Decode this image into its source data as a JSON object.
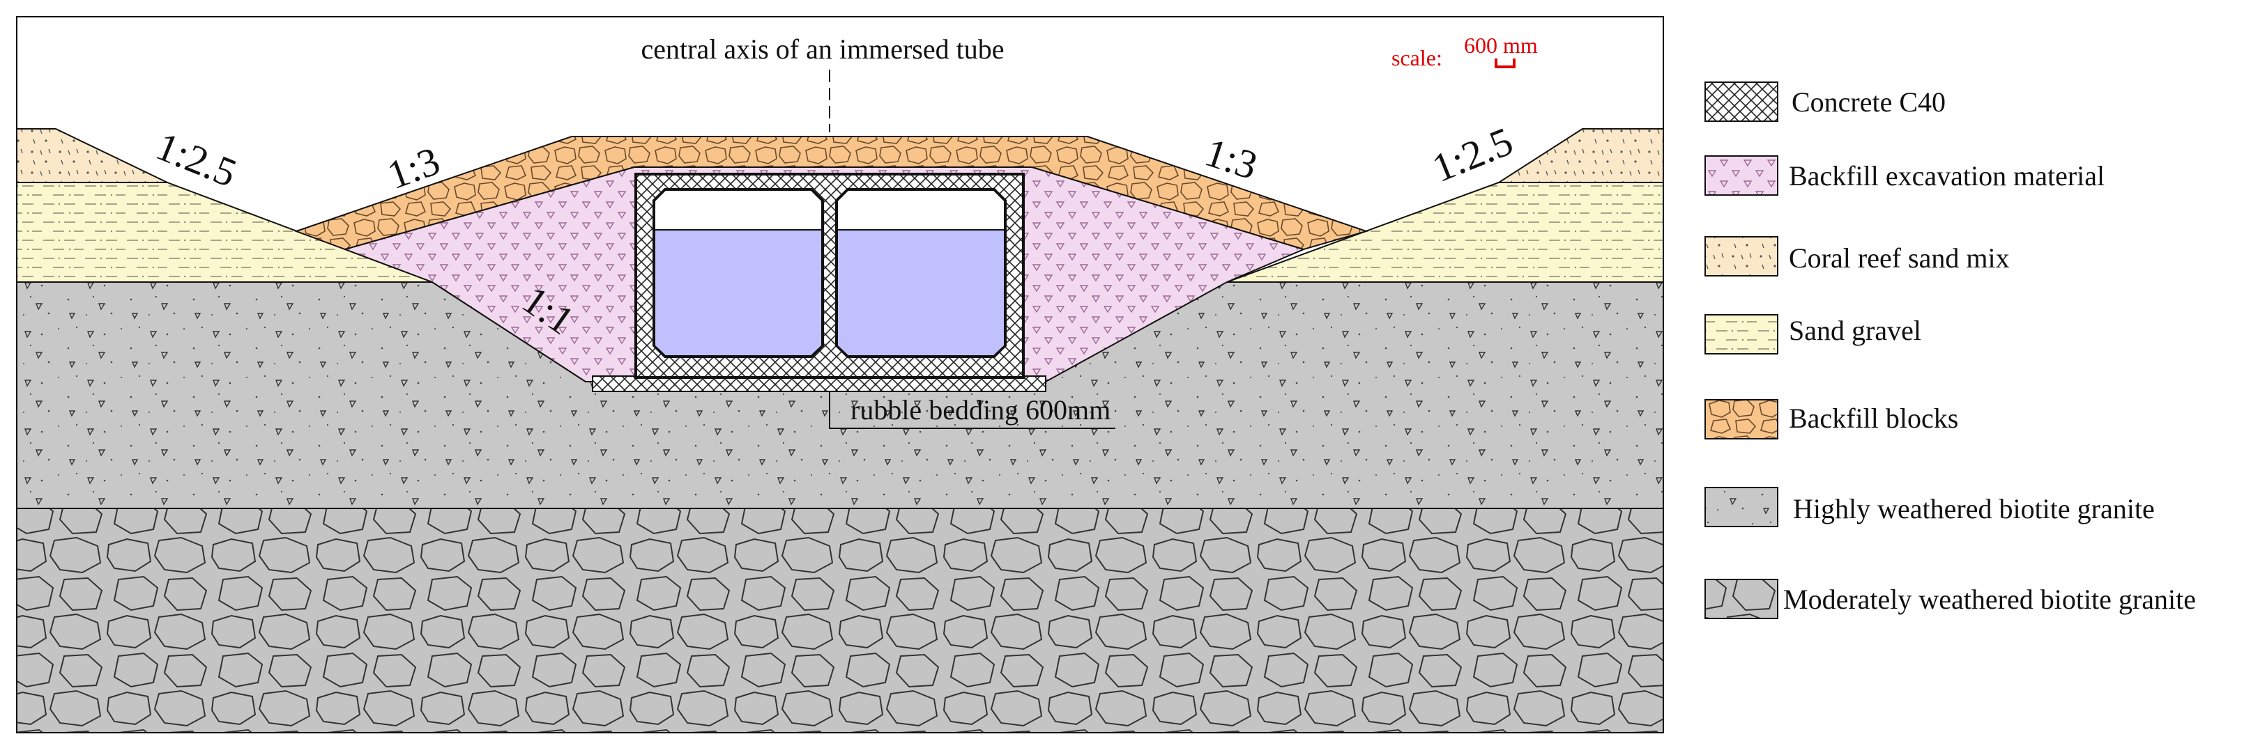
{
  "annotations": {
    "axis_label": "central axis of an immersed tube",
    "bedding_label": "rubble bedding  600mm",
    "scale_label": "scale:",
    "scale_value": "600 mm",
    "slope_left_outer": "1:2.5",
    "slope_left_inner": "1:3",
    "slope_right_inner": "1:3",
    "slope_right_outer": "1:2.5",
    "slope_trench": "1:1"
  },
  "legend": [
    {
      "pattern": "concrete",
      "label": "Concrete C40"
    },
    {
      "pattern": "backfill-excavation",
      "label": "Backfill excavation material"
    },
    {
      "pattern": "coral-sand",
      "label": "Coral reef sand mix"
    },
    {
      "pattern": "sand-gravel",
      "label": "Sand gravel"
    },
    {
      "pattern": "backfill-blocks",
      "label": "Backfill blocks"
    },
    {
      "pattern": "highly-weathered",
      "label": "Highly weathered biotite granite"
    },
    {
      "pattern": "moderately-weathered",
      "label": "Moderately weathered biotite granite"
    }
  ],
  "colors": {
    "backfill_excavation": "#f3d9ef",
    "coral_sand": "#fbe8c8",
    "sand_gravel": "#fbf7cf",
    "backfill_blocks": "#f8c48a",
    "highly_weathered": "#c8c8c8",
    "moderately_weathered": "#c4c4c4",
    "tube_water": "#c0c0ff",
    "scale_red": "#e00000"
  }
}
